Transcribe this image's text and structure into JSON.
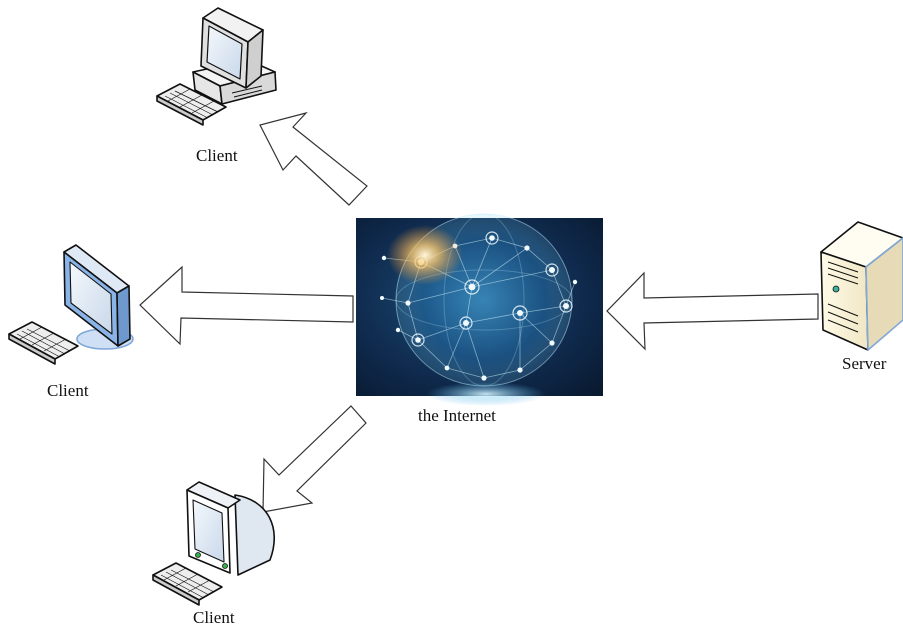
{
  "nodes": {
    "client_top": {
      "label": "Client",
      "icon": "desktop-pc-icon"
    },
    "client_left": {
      "label": "Client",
      "icon": "lcd-monitor-icon"
    },
    "client_bottom": {
      "label": "Client",
      "icon": "crt-monitor-icon"
    },
    "server": {
      "label": "Server",
      "icon": "server-tower-icon"
    },
    "internet": {
      "label": "the Internet",
      "icon": "globe-network-icon"
    }
  },
  "edges": [
    {
      "from": "internet",
      "to": "client_top"
    },
    {
      "from": "internet",
      "to": "client_left"
    },
    {
      "from": "internet",
      "to": "client_bottom"
    },
    {
      "from": "server",
      "to": "internet"
    }
  ],
  "colors": {
    "arrow_stroke": "#333333",
    "arrow_fill": "#ffffff",
    "monitor_blue": "#8ab4e8",
    "globe_glow": "#9fe4ff",
    "globe_bg": "#0b1a33"
  }
}
